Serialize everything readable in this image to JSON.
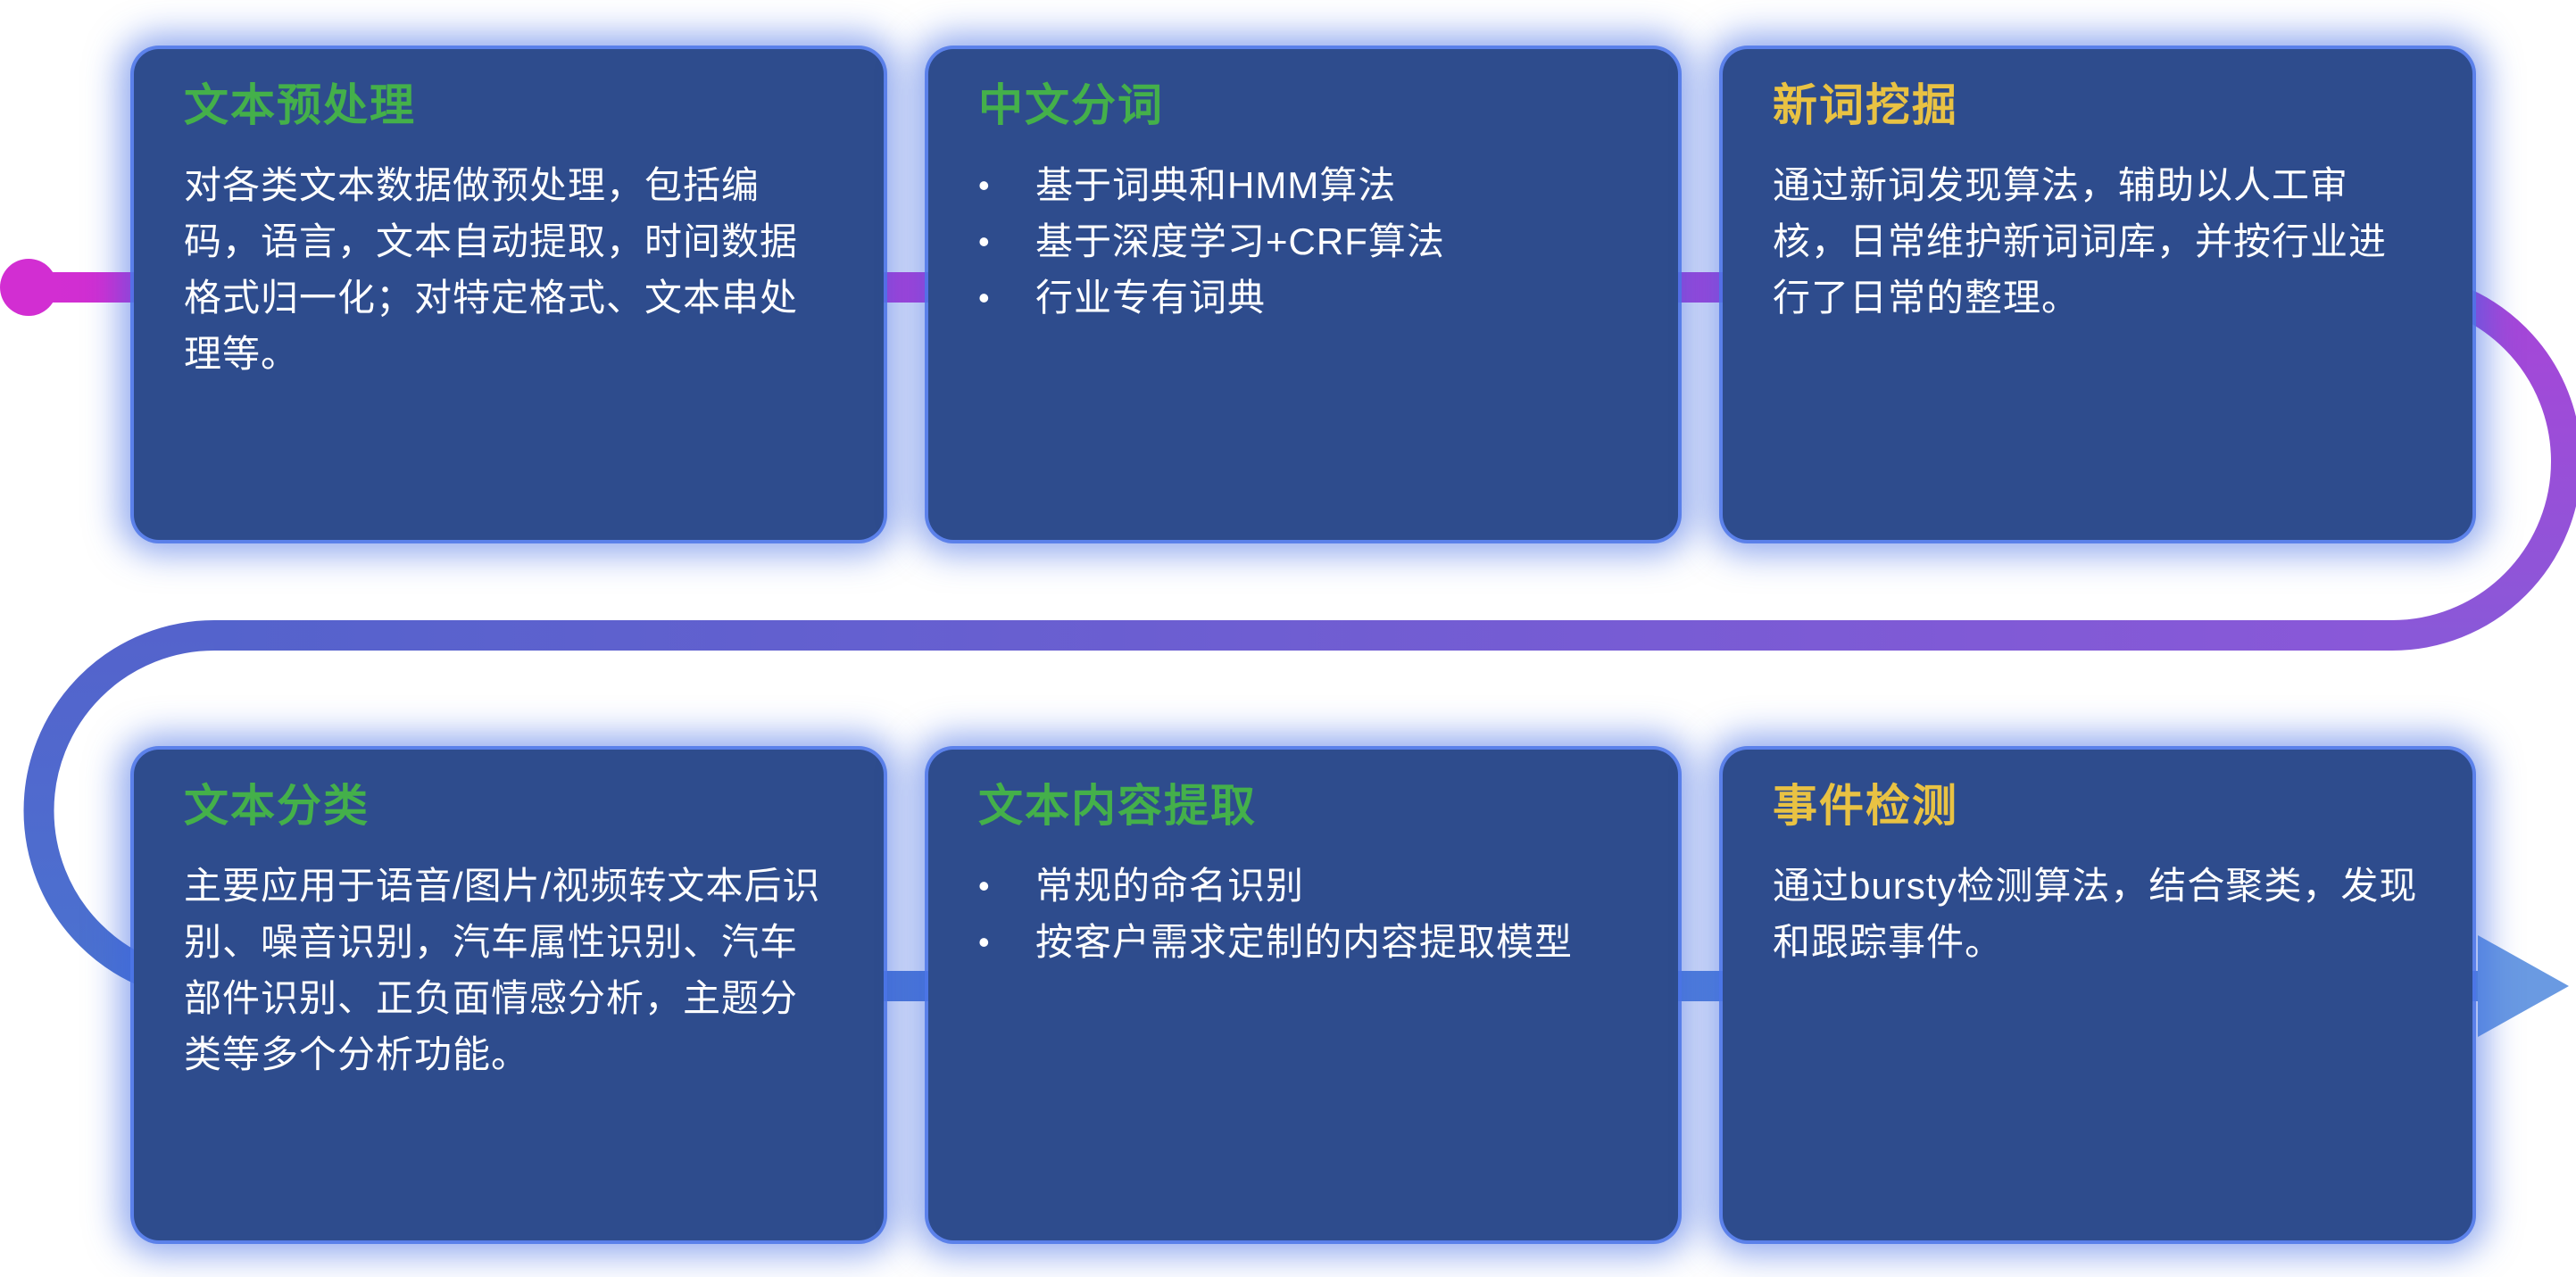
{
  "palette": {
    "background": "#ffffff",
    "card_bg": "#2e4c8d",
    "card_glow": "#3f6ce0",
    "body_text": "#ffffff",
    "title_green": "#44b04a",
    "title_yellow": "#e9c243",
    "flow_magenta": "#d22ed2",
    "flow_purple": "#8a58d8",
    "flow_blue": "#4a72d0",
    "flow_arrow": "#6a9ae2"
  },
  "bullet_glyph": "•",
  "cards": [
    {
      "title": "文本预处理",
      "title_color": "#44b04a",
      "body": "对各类文本数据做预处理，包括编码，语言，文本自动提取，时间数据格式归一化；对特定格式、文本串处理等。"
    },
    {
      "title": "中文分词",
      "title_color": "#44b04a",
      "bullets": [
        "基于词典和HMM算法",
        "基于深度学习+CRF算法",
        "行业专有词典"
      ]
    },
    {
      "title": "新词挖掘",
      "title_color": "#e9c243",
      "body": "通过新词发现算法，辅助以人工审核，日常维护新词词库，并按行业进行了日常的整理。"
    },
    {
      "title": "文本分类",
      "title_color": "#44b04a",
      "body": "主要应用于语音/图片/视频转文本后识别、噪音识别，汽车属性识别、汽车部件识别、正负面情感分析，主题分类等多个分析功能。"
    },
    {
      "title": "文本内容提取",
      "title_color": "#44b04a",
      "bullets": [
        "常规的命名识别",
        "按客户需求定制的内容提取模型"
      ]
    },
    {
      "title": "事件检测",
      "title_color": "#e9c243",
      "body": "通过bursty检测算法，结合聚类，发现和跟踪事件。"
    }
  ]
}
